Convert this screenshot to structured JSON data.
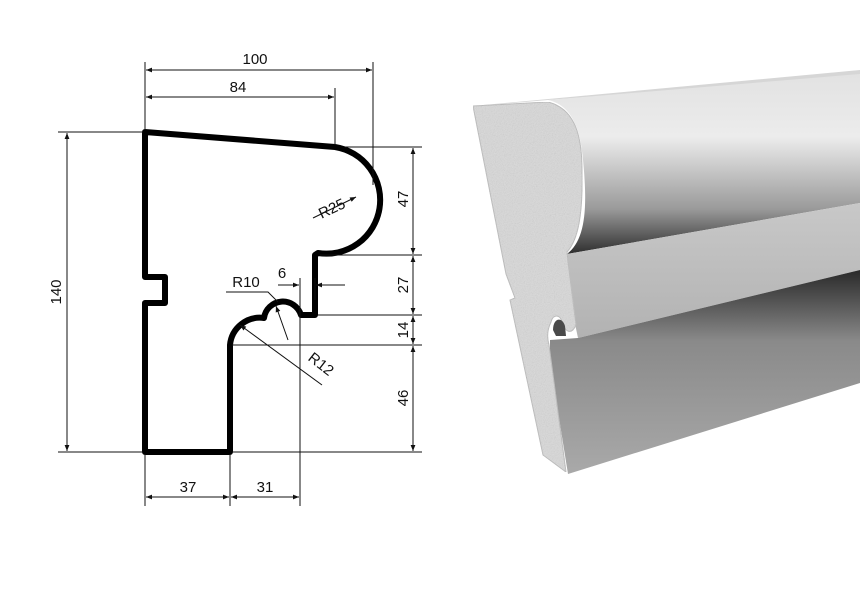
{
  "drawing": {
    "dimensions": {
      "overall_width": "100",
      "top_width": "84",
      "overall_height": "140",
      "height_upper": "47",
      "height_step": "27",
      "height_bead": "14",
      "height_lower": "46",
      "base_width": "37",
      "lower_projection": "31",
      "step_offset": "6"
    },
    "radii": {
      "top_roll": "R25",
      "bead": "R10",
      "cove": "R12"
    }
  },
  "render": {
    "colors": {
      "cut_face": "#d9d9d9",
      "surface_light": "#efefef",
      "surface_dark": "#3a3a3a"
    }
  }
}
